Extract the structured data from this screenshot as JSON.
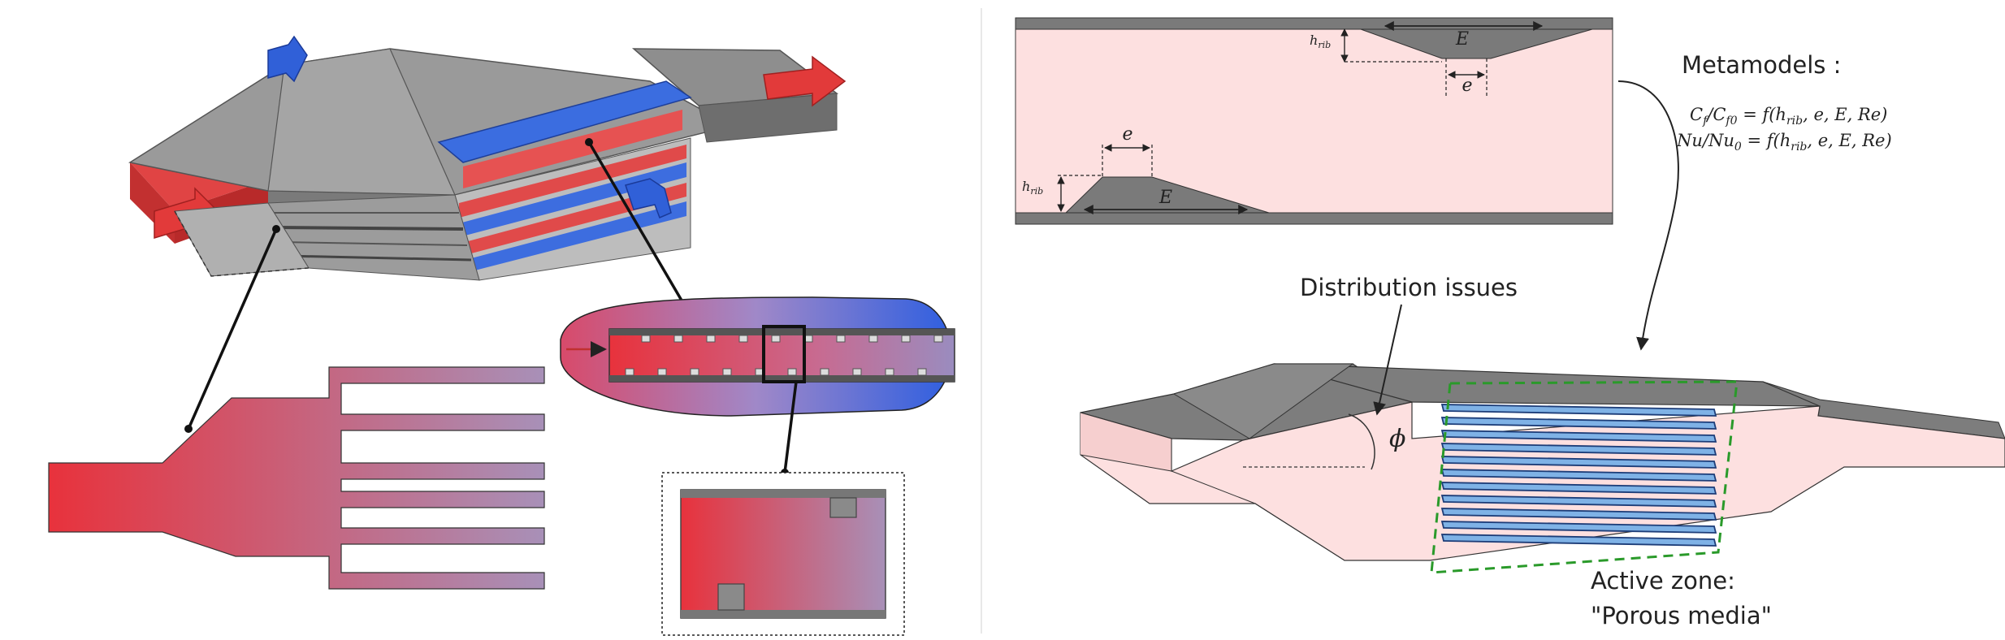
{
  "labels": {
    "metamodels_title": "Metamodels :",
    "eq_cf": "C_f / C_f0 = f(h_rib, e, E, Re)",
    "eq_nu": "Nu / Nu_0 = f(h_rib, e, E, Re)",
    "distribution_issues": "Distribution issues",
    "active_zone_line1": "Active zone:",
    "active_zone_line2": "\"Porous media\"",
    "phi_symbol": "ϕ",
    "rib_height": "h_rib",
    "rib_pitch": "e",
    "rib_length": "E"
  },
  "colors": {
    "hot": "#e8323c",
    "cold": "#3c64d8",
    "mix": "#a088b8",
    "steel": "#8c8c8c",
    "steel_dark": "#6e6e6e",
    "pink": "#fde0e0",
    "green_dash": "#2a9a2a",
    "channel_blue": "#7fb2e6"
  }
}
